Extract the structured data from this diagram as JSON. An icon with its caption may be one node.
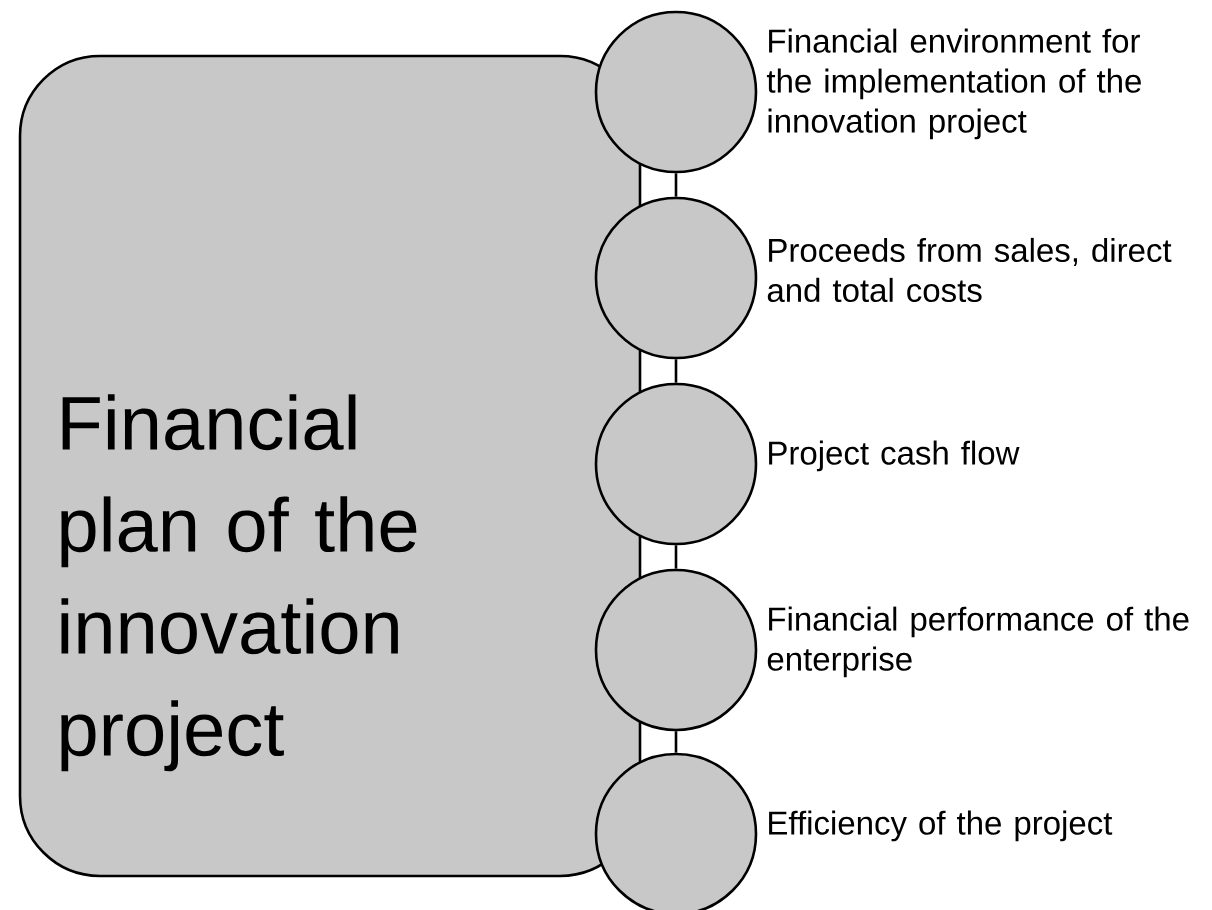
{
  "diagram": {
    "nodes": [
      {
        "text": [
          "Financial plan of the innovation project"
        ]
      },
      {
        "text": [],
        "shape": "circle",
        "beside": [
          "Financial environment for the implementation of the innovation project"
        ]
      },
      {
        "text": [],
        "shape": "circle",
        "beside": [
          "Proceeds from sales, direct and total costs"
        ]
      },
      {
        "text": [],
        "shape": "circle",
        "beside": [
          "Project cash flow"
        ]
      },
      {
        "text": [],
        "shape": "circle",
        "beside": [
          "Financial performance of the enterprise"
        ]
      },
      {
        "text": [],
        "shape": "circle",
        "beside": [
          "Efficiency of the project"
        ]
      }
    ],
    "edges": [
      {
        "from": 1,
        "to": 2,
        "arrow": "none"
      },
      {
        "from": 2,
        "to": 3,
        "arrow": "none"
      },
      {
        "from": 3,
        "to": 4,
        "arrow": "none"
      },
      {
        "from": 4,
        "to": 5,
        "arrow": "none"
      }
    ]
  }
}
